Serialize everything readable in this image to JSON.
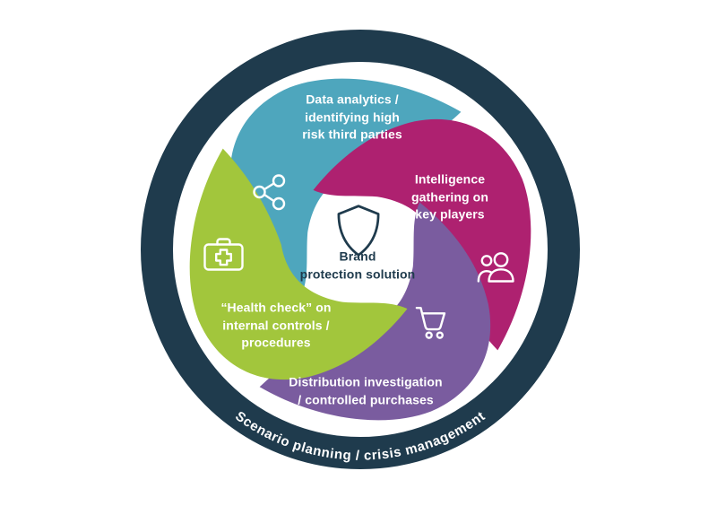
{
  "diagram": {
    "colors": {
      "ring": "#1F3B4D",
      "teal": "#4EA6BD",
      "magenta": "#AE2170",
      "purple": "#7A5C9F",
      "green": "#A2C63C",
      "label_text": "#FFFFFF",
      "center_text": "#1F3B4D",
      "background": "#FFFFFF"
    },
    "center": {
      "icon": "shield-icon",
      "label": "Brand\nprotection solution"
    },
    "ring_label": "Scenario planning / crisis management",
    "segments": [
      {
        "id": "data-analytics",
        "label": "Data analytics /\nidentifying high\nrisk third parties",
        "color": "#4EA6BD",
        "icon": "share-network-icon"
      },
      {
        "id": "intelligence-gathering",
        "label": "Intelligence\ngathering on\nkey players",
        "color": "#AE2170",
        "icon": "people-icon"
      },
      {
        "id": "distribution-investigation",
        "label": "Distribution investigation\n/ controlled purchases",
        "color": "#7A5C9F",
        "icon": "shopping-cart-icon"
      },
      {
        "id": "health-check",
        "label": "“Health check” on\ninternal controls /\nprocedures",
        "color": "#A2C63C",
        "icon": "first-aid-kit-icon"
      }
    ]
  }
}
